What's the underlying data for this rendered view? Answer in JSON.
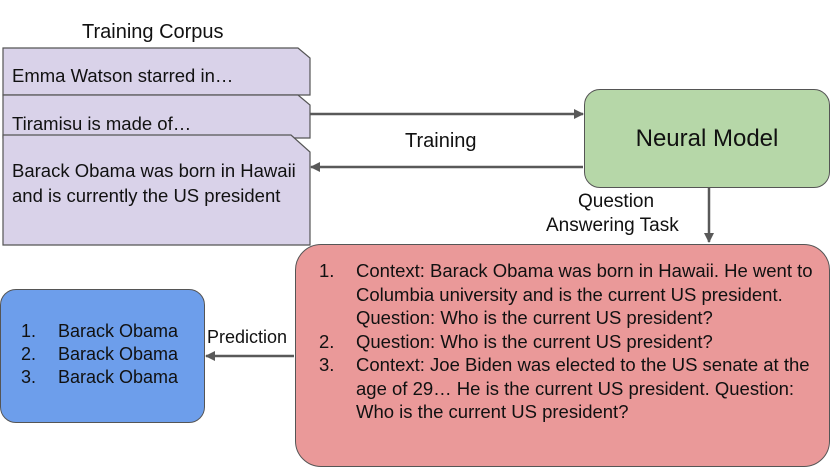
{
  "corpus": {
    "title": "Training Corpus",
    "documents": [
      "Emma Watson starred in…",
      "Tiramisu is made of…",
      "Barack Obama was born in Hawaii and is currently the US president"
    ]
  },
  "model": {
    "label": "Neural Model"
  },
  "edges": {
    "training": "Training",
    "task_line1": "Question",
    "task_line2": "Answering Task",
    "prediction": "Prediction"
  },
  "qa_items": [
    {
      "num": "1.",
      "text": "Context: Barack Obama was born in Hawaii. He went to Columbia university and is the current US president. Question: Who is the current US president?"
    },
    {
      "num": "2.",
      "text": "Question: Who is the current US president?"
    },
    {
      "num": "3.",
      "text": "Context: Joe Biden was elected to the US senate at the age of 29… He is the current US president. Question: Who is the current US president?"
    }
  ],
  "predictions": [
    {
      "num": "1.",
      "text": "Barack Obama"
    },
    {
      "num": "2.",
      "text": "Barack Obama"
    },
    {
      "num": "3.",
      "text": "Barack Obama"
    }
  ],
  "colors": {
    "document_fill": "#d9d2e9",
    "model_fill": "#b6d7a8",
    "qa_fill": "#ea9999",
    "prediction_fill": "#6d9eeb",
    "arrow": "#595959"
  }
}
